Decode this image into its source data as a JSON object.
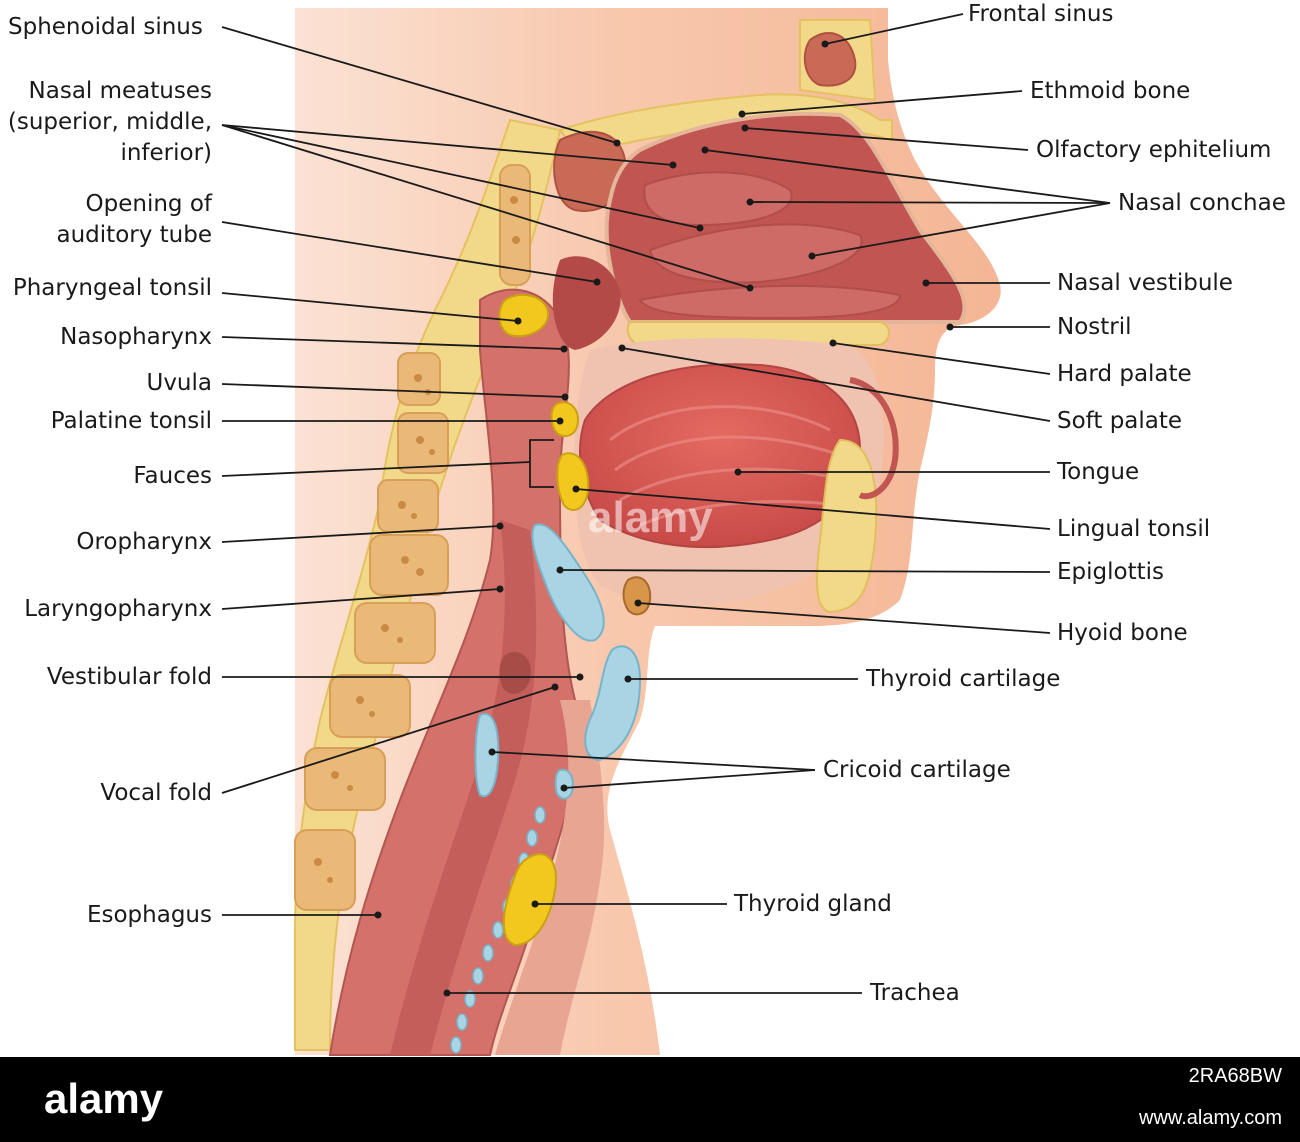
{
  "labels": {
    "sphenoidal_sinus": "Sphenoidal sinus",
    "nasal_meatuses_1": "Nasal meatuses",
    "nasal_meatuses_2": "(superior, middle,",
    "nasal_meatuses_3": "inferior)",
    "opening_auditory_1": "Opening of",
    "opening_auditory_2": "auditory tube",
    "pharyngeal_tonsil": "Pharyngeal tonsil",
    "nasopharynx": "Nasopharynx",
    "uvula": "Uvula",
    "palatine_tonsil": "Palatine tonsil",
    "fauces": "Fauces",
    "oropharynx": "Oropharynx",
    "laryngopharynx": "Laryngopharynx",
    "vestibular_fold": "Vestibular fold",
    "vocal_fold": "Vocal fold",
    "esophagus": "Esophagus",
    "frontal_sinus": "Frontal sinus",
    "ethmoid_bone": "Ethmoid bone",
    "olfactory_ephitelium": "Olfactory ephitelium",
    "nasal_conchae": "Nasal conchae",
    "nasal_vestibule": "Nasal vestibule",
    "nostril": "Nostril",
    "hard_palate": "Hard palate",
    "soft_palate": "Soft palate",
    "tongue": "Tongue",
    "lingual_tonsil": "Lingual tonsil",
    "epiglottis": "Epiglottis",
    "hyoid_bone": "Hyoid bone",
    "thyroid_cartilage": "Thyroid cartilage",
    "cricoid_cartilage": "Cricoid cartilage",
    "thyroid_gland": "Thyroid gland",
    "trachea": "Trachea"
  },
  "watermark": {
    "text": "alamy"
  },
  "footer": {
    "brand": "alamy",
    "image_id": "2RA68BW",
    "url": "www.alamy.com"
  },
  "colors": {
    "skin": "#f7c7ad",
    "tissue": "#d4716a",
    "cavity": "#c05552",
    "bone": "#f2d98a",
    "bone_outline": "#e3c15a",
    "cartilage": "#a9d4e4",
    "tonsil": "#f2c81f",
    "background": "#ffffff",
    "footer": "#000000"
  }
}
